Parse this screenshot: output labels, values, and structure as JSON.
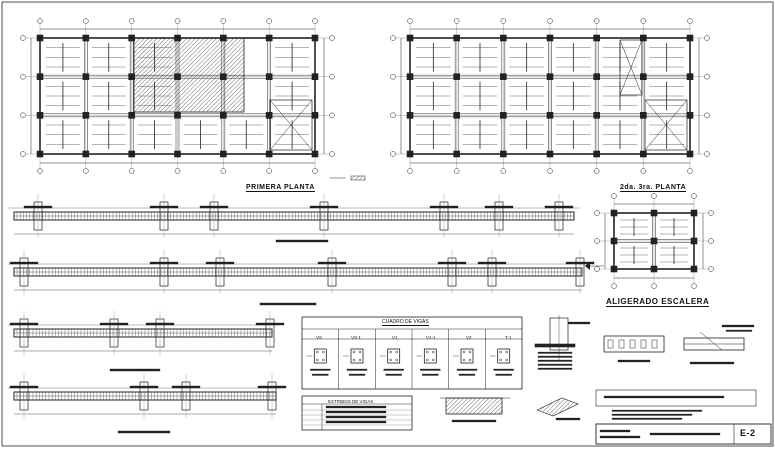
{
  "plans": {
    "first_floor_title": "PRIMERA PLANTA",
    "second_floor_title": "2da. 3ra. PLANTA",
    "stair_detail_title": "ALIGERADO ESCALERA"
  },
  "beam_table": {
    "title": "CUADRO DE VIGAS",
    "columns": [
      "VS",
      "VS-1",
      "V1",
      "V1-1",
      "V2",
      "T-1"
    ]
  },
  "stirrups_table": {
    "title": "ESTRIBOS DE VIGAS"
  },
  "title_block": {
    "sheet_number": "E-2"
  }
}
